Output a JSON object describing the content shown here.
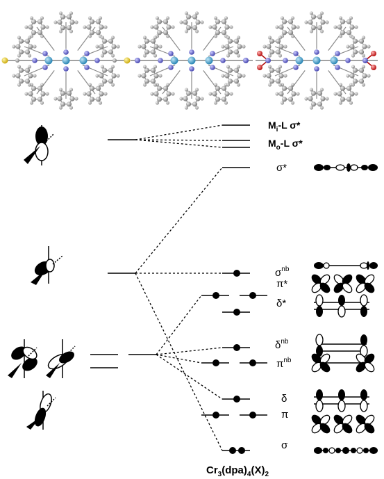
{
  "level_labels": {
    "mi_l": "M",
    "mi_l_sub": "i",
    "mi_l_rest": "-L σ*",
    "mo_l": "M",
    "mo_l_sub": "o",
    "mo_l_rest": "-L σ*",
    "sigma_star": "σ*",
    "sigma_nb_base": "σ",
    "sigma_nb_sup": "nb",
    "pi_star": "π*",
    "delta_star": "δ*",
    "delta_nb_base": "δ",
    "delta_nb_sup": "nb",
    "pi_nb_base": "π",
    "pi_nb_sup": "nb",
    "delta": "δ",
    "pi": "π",
    "sigma": "σ"
  },
  "formula": {
    "base": "Cr",
    "sub1": "3",
    "mid": "(dpa)",
    "sub2": "4",
    "tail": "(X)",
    "sub3": "2"
  },
  "colors": {
    "line": "#000000",
    "metal": "#3fa7d6",
    "nitrogen": "#5b5bd6",
    "carbon": "#9a9a9a",
    "hydrogen": "#d8d8d8",
    "sulfur": "#e8c400",
    "oxygen": "#d01010"
  },
  "electron_counts": {
    "sigma_nb": 1,
    "pi_star": 2,
    "delta_star": 1,
    "delta_nb": 1,
    "pi_nb": 2,
    "delta": 1,
    "pi": 2,
    "sigma": 2
  }
}
